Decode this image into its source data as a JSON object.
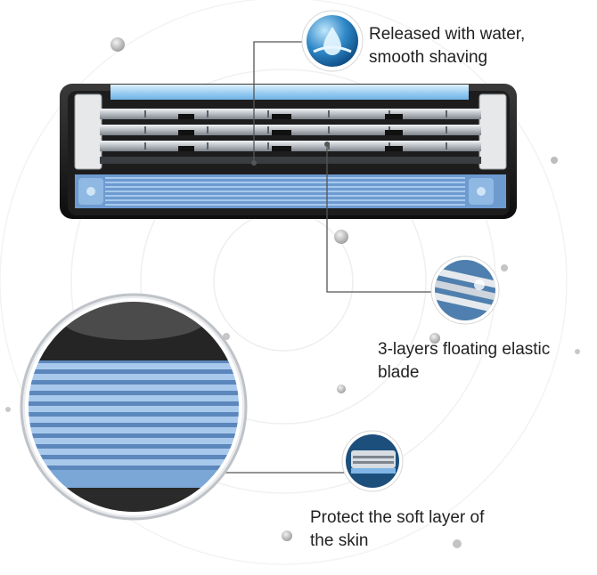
{
  "callouts": {
    "water": {
      "line1": "Released with water,",
      "line2": "smooth shaving",
      "icon": "water-drop-icon"
    },
    "blade": {
      "line1": "3-layers floating elastic",
      "line2": "blade",
      "icon": "blade-closeup-icon"
    },
    "skin": {
      "line1": "Protect the soft layer of",
      "line2": "the skin",
      "icon": "cartridge-icon"
    }
  },
  "colors": {
    "accent_blue": "#7fb6e6",
    "lubricant_strip": "#a9d6f5",
    "cartridge_black": "#1a1a1a",
    "steel": "#cfd3d8"
  }
}
